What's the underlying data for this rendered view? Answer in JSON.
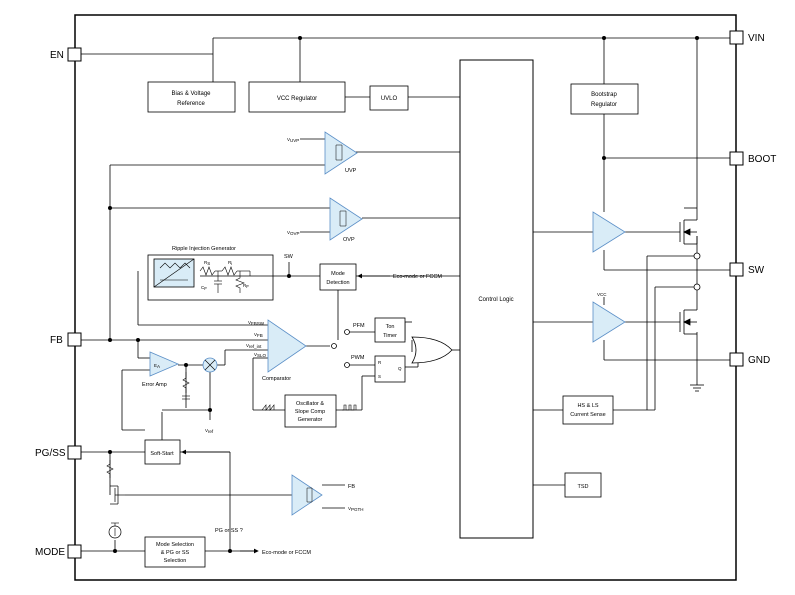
{
  "pins": {
    "en": "EN",
    "fb": "FB",
    "pg_ss": "PG/SS",
    "mode": "MODE",
    "vin": "VIN",
    "boot": "BOOT",
    "sw": "SW",
    "gnd": "GND"
  },
  "blocks": {
    "bias_line1": "Bias & Voltage",
    "bias_line2": "Reference",
    "vcc_reg": "VCC Regulator",
    "uvlo": "UVLO",
    "boot_reg_line1": "Bootstrap",
    "boot_reg_line2": "Regulator",
    "ripple_gen": "Ripple Injection Generator",
    "mode_det_line1": "Mode",
    "mode_det_line2": "Detection",
    "control_logic": "Control Logic",
    "ton_line1": "Ton",
    "ton_line2": "Timer",
    "osc_line1": "Oscillator &",
    "osc_line2": "Slope Comp",
    "osc_line3": "Generator",
    "hs_ls_line1": "HS & LS",
    "hs_ls_line2": "Current Sense",
    "tsd": "TSD",
    "soft_start": "Soft-Start",
    "mode_sel_line1": "Mode Selection",
    "mode_sel_line2": "& PG or SS",
    "mode_sel_line3": "Selection"
  },
  "labels": {
    "uvp": "UVP",
    "ovp": "OVP",
    "v_uvp": "V",
    "v_uvp_sub": "UVP",
    "v_ovp": "V",
    "v_ovp_sub": "OVP",
    "sw_node": "SW",
    "eco_mode_top": "Eco-mode or FCCM",
    "eco_mode_bottom": "Eco-mode or FCCM",
    "pfm": "PFM",
    "pwm": "PWM",
    "comparator": "Comparator",
    "error_amp": "Error Amp",
    "ea": "E",
    "ea_sub": "A",
    "v_fbsw": "V",
    "v_fbsw_sub": "FBSW",
    "v_fb": "V",
    "v_fb_sub": "FB",
    "v_ref_int": "V",
    "v_ref_int_sub": "ref_int",
    "v_slope": "V",
    "v_slope_sub": "SLO",
    "v_ref": "V",
    "v_ref_sub": "ref",
    "r_s": "R",
    "r_s_sub": "S",
    "r_i": "R",
    "r_i_sub": "i",
    "r_f": "R",
    "r_f_sub": "F",
    "c_f": "C",
    "c_f_sub": "F",
    "vcc": "VCC",
    "fb": "FB",
    "v_pgth": "V",
    "v_pgth_sub": "PGTH",
    "pg_or_ss": "PG or SS ?",
    "latch_r": "R",
    "latch_s": "S",
    "latch_q": "Q"
  },
  "colors": {
    "line": "#000000",
    "block_fill": "#ffffff",
    "comparator_fill": "#d9ecf7",
    "comparator_stroke": "#5b8fc7"
  }
}
